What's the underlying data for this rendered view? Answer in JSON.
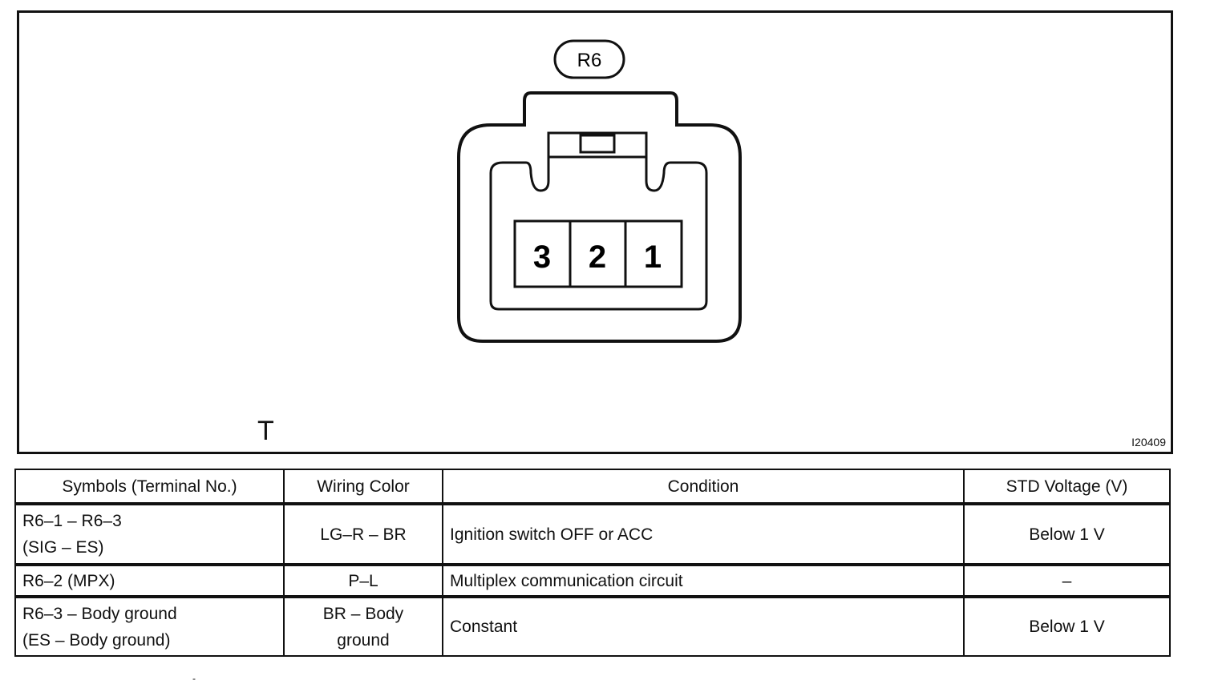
{
  "diagram": {
    "connector_label": "R6",
    "terminals": [
      "3",
      "2",
      "1"
    ],
    "corner_mark": "T",
    "figure_code": "I20409"
  },
  "table": {
    "headers": [
      "Symbols (Terminal No.)",
      "Wiring Color",
      "Condition",
      "STD Voltage (V)"
    ],
    "rows": [
      {
        "symbol_line1": "R6–1 – R6–3",
        "symbol_line2": "(SIG – ES)",
        "wiring_color_line1": "LG–R – BR",
        "wiring_color_line2": "",
        "condition": "Ignition switch OFF or ACC",
        "std_voltage": "Below 1 V"
      },
      {
        "symbol_line1": "R6–2 (MPX)",
        "symbol_line2": "",
        "wiring_color_line1": "P–L",
        "wiring_color_line2": "",
        "condition": "Multiplex communication circuit",
        "std_voltage": "–"
      },
      {
        "symbol_line1": "R6–3 – Body ground",
        "symbol_line2": "(ES – Body ground)",
        "wiring_color_line1": "BR – Body",
        "wiring_color_line2": "ground",
        "condition": "Constant",
        "std_voltage": "Below 1 V"
      }
    ]
  },
  "stray_mark": "-"
}
